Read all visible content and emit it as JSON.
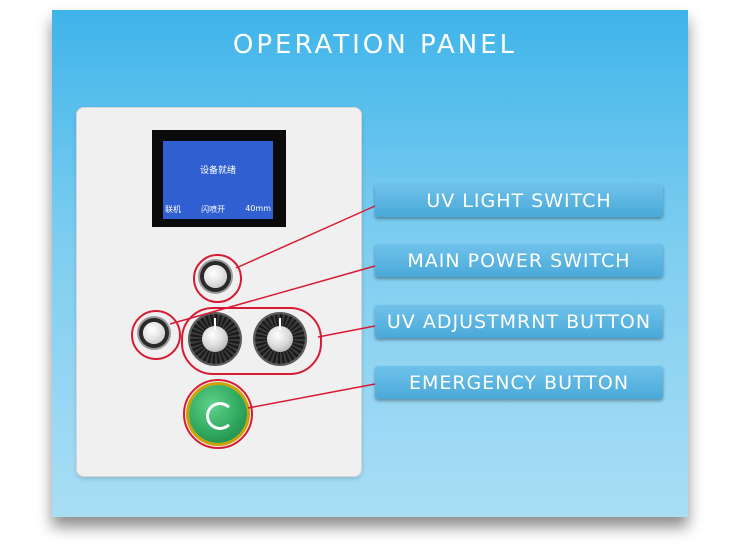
{
  "title": "OPERATION PANEL",
  "screen": {
    "status": "设备就绪",
    "footer": [
      "联机",
      "闪喷开",
      "40mm"
    ]
  },
  "labels": {
    "uv_light_switch": "UV LIGHT SWITCH",
    "main_power_switch": "MAIN POWER SWITCH",
    "uv_adjustment_button": "UV ADJUSTMRNT BUTTON",
    "emergency_button": "EMERGENCY BUTTON"
  },
  "colors": {
    "accent_red": "#d81b34",
    "label_blue": "#4aa9d8",
    "screen_blue": "#2f5fd0",
    "emergency_green": "#2fa85e"
  }
}
